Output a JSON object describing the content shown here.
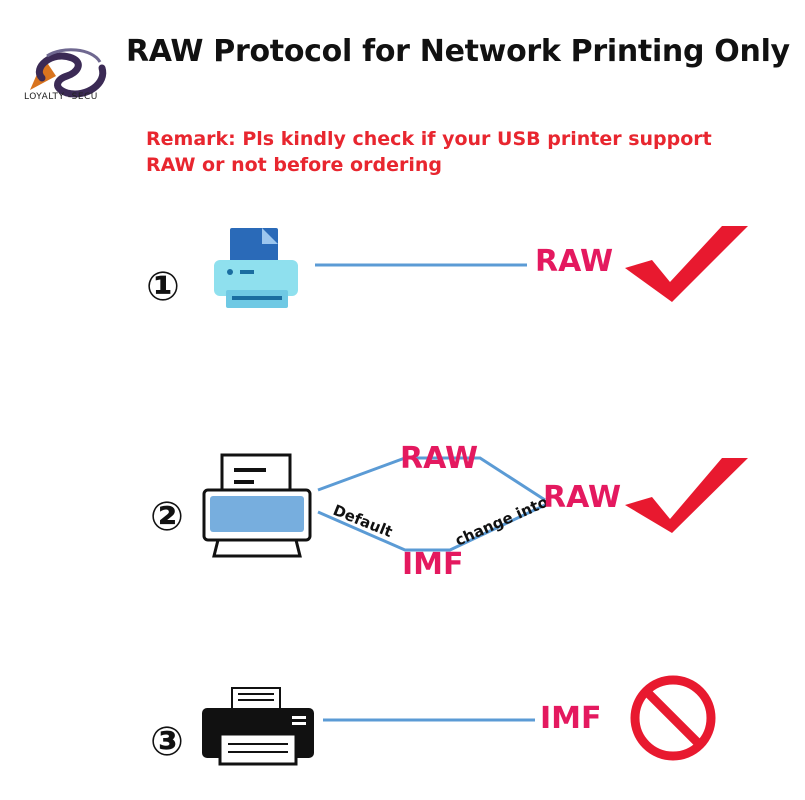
{
  "header": {
    "logo_text": "LOYALTY -SECU",
    "title": "RAW Protocol for Network Printing Only"
  },
  "remark": "Remark: Pls kindly check if your USB printer support RAW or not before ordering",
  "rows": [
    {
      "number": "①",
      "label": "RAW",
      "status": "supported"
    },
    {
      "number": "②",
      "top_label": "RAW",
      "default_label": "Default",
      "bottom_label": "IMF",
      "change_label": "change into",
      "result_label": "RAW",
      "status": "supported"
    },
    {
      "number": "③",
      "label": "IMF",
      "status": "not-supported"
    }
  ],
  "colors": {
    "accent_pink": "#e4195f",
    "remark_red": "#e8262f",
    "line_blue": "#5b9bd5",
    "check_red": "#e8192f"
  },
  "icons": [
    "logo-icon",
    "printer-cyan-icon",
    "printer-outline-icon",
    "printer-black-icon",
    "checkmark-icon",
    "prohibited-icon"
  ]
}
